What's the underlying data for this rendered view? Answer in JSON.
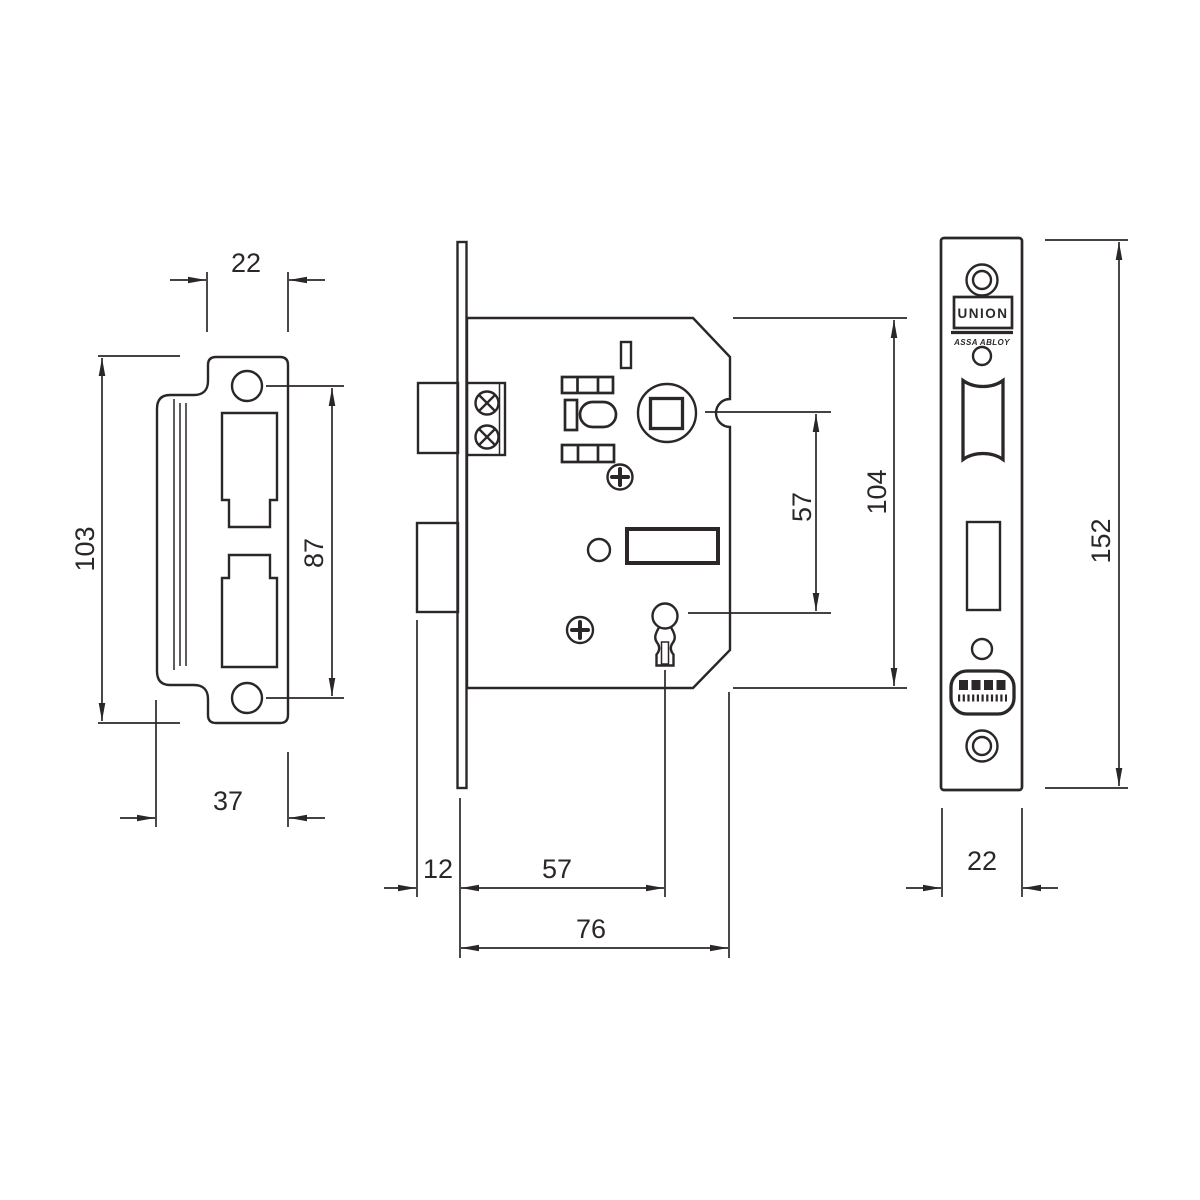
{
  "colors": {
    "line": "#2b2728",
    "background": "#ffffff"
  },
  "brand": {
    "logo": "UNION",
    "company": "ASSA ABLOY"
  },
  "views": {
    "strike_plate": {
      "dimensions": {
        "face_width": "22",
        "overall_height": "103",
        "screw_centres": "87",
        "overall_width": "37"
      }
    },
    "lock_case": {
      "dimensions": {
        "case_height": "104",
        "follower_to_keyhole": "57",
        "bolt_projection": "12",
        "backset": "57",
        "case_depth": "76"
      }
    },
    "forend": {
      "dimensions": {
        "height": "152",
        "width": "22"
      }
    }
  },
  "icons": {
    "phillips_screw": "phillips-screw-icon",
    "keyhole": "keyhole-icon",
    "countersunk_hole": "countersunk-screw-hole-icon",
    "certification_badge": "certification-badge-icon",
    "spindle_follower": "spindle-follower-icon"
  }
}
